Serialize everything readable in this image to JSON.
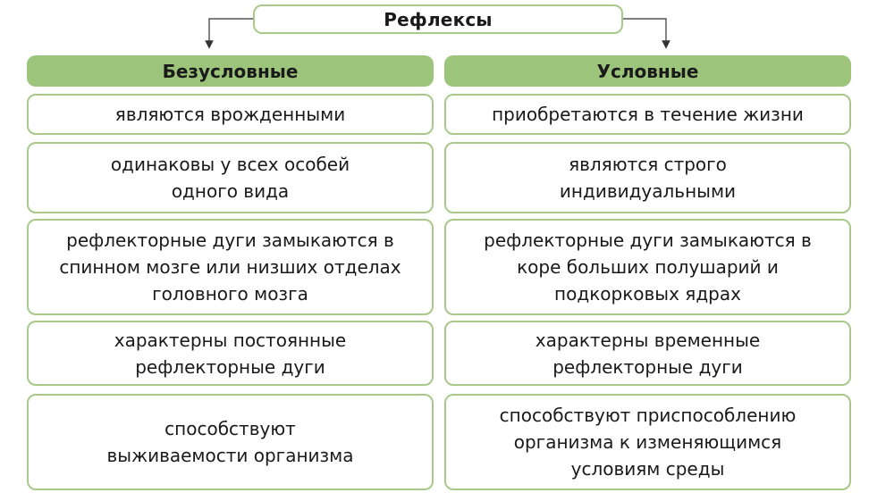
{
  "title": "Рефлексы",
  "columns": [
    {
      "header": "Безусловные",
      "items": [
        "являются врожденными",
        "одинаковы у всех особей\nодного вида",
        "рефлекторные дуги замыкаются в\nспинном мозге или низших отделах\nголовного мозга",
        "характерны постоянные\nрефлекторные дуги",
        "способствуют\nвыживаемости организма"
      ]
    },
    {
      "header": "Условные",
      "items": [
        "приобретаются в течение жизни",
        "являются строго\nиндивидуальными",
        "рефлекторные дуги замыкаются в\nкоре больших полушарий и\nподкорковых ядрах",
        "характерны временные\nрефлекторные дуги",
        "способствуют приспособлению\nорганизма к изменяющимся\nусловиям среды"
      ]
    }
  ],
  "colors": {
    "header_fill": "#9cc47a",
    "border": "#a8c98a",
    "arrow": "#333333"
  }
}
